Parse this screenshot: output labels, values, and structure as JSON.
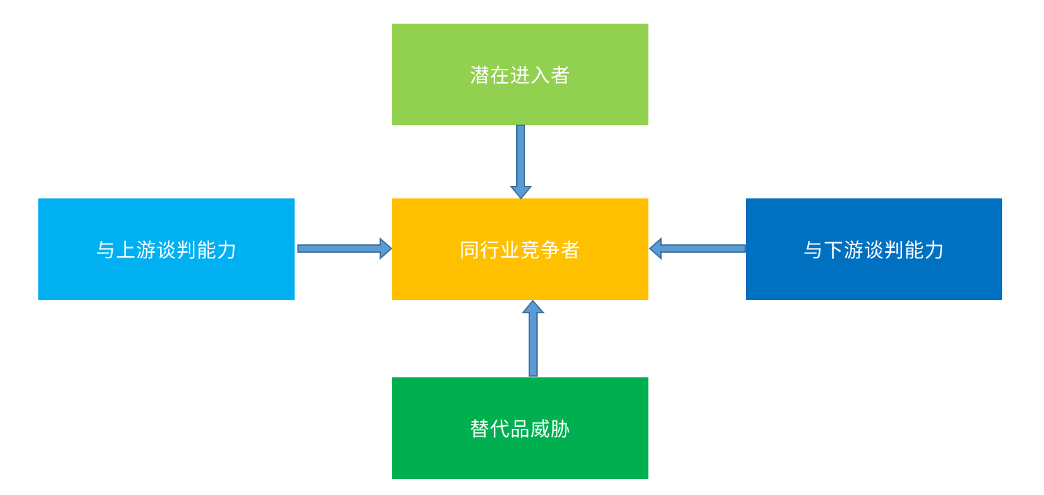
{
  "nodes": {
    "top": {
      "label": "潜在进入者",
      "color": "#92d050"
    },
    "center": {
      "label": "同行业竞争者",
      "color": "#ffc000"
    },
    "left": {
      "label": "与上游谈判能力",
      "color": "#00b0f0"
    },
    "right": {
      "label": "与下游谈判能力",
      "color": "#0070c0"
    },
    "bottom": {
      "label": "替代品威胁",
      "color": "#00b050"
    }
  },
  "arrow_style": {
    "fill": "#5b9bd5",
    "stroke": "#41719c"
  }
}
